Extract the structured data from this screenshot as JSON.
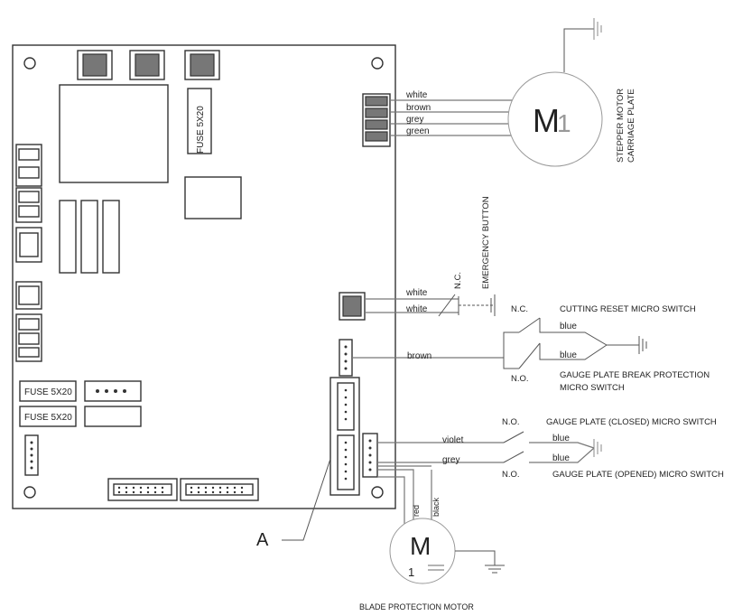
{
  "board": {
    "fuse_top": "FUSE 5X20",
    "fuse_left_1": "FUSE 5X20",
    "fuse_left_2": "FUSE 5X20"
  },
  "stepper_motor": {
    "symbol": "M",
    "phase": "1",
    "label_line1": "STEPPER MOTOR",
    "label_line2": "CARRIAGE PLATE",
    "wires": [
      "white",
      "brown",
      "grey",
      "green"
    ]
  },
  "emergency": {
    "label": "EMERGENCY BUTTON",
    "nc": "N.C.",
    "wires": [
      "white",
      "white"
    ]
  },
  "cutting_reset": {
    "nc": "N.C.",
    "label": "CUTTING RESET MICRO SWITCH",
    "wire": "blue"
  },
  "gauge_break": {
    "no": "N.O.",
    "label_line1": "GAUGE PLATE BREAK PROTECTION",
    "label_line2": "MICRO SWITCH",
    "wire_in": "brown",
    "wire_out": "blue"
  },
  "gauge_closed": {
    "no": "N.O.",
    "label": "GAUGE PLATE (CLOSED) MICRO SWITCH",
    "wire_in": "violet",
    "wire_out": "blue"
  },
  "gauge_opened": {
    "no": "N.O.",
    "label": "GAUGE PLATE (OPENED) MICRO SWITCH",
    "wire_in": "grey",
    "wire_out": "blue"
  },
  "blade_motor": {
    "symbol": "M",
    "phase": "1",
    "label": "BLADE PROTECTION MOTOR",
    "wires": [
      "red",
      "black"
    ]
  },
  "callout": "A"
}
